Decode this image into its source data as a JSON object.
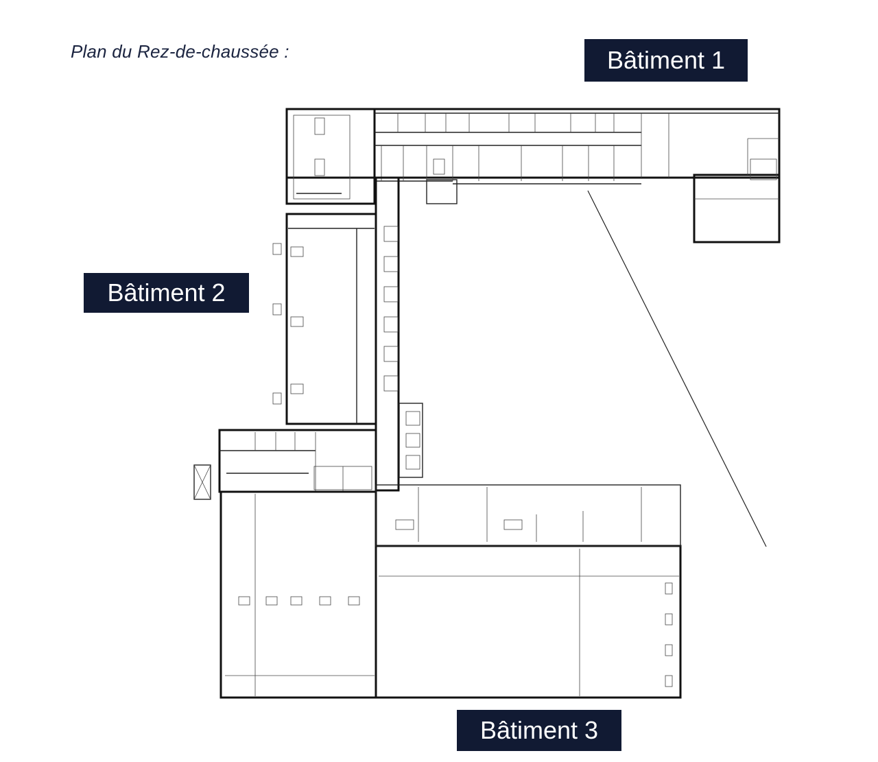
{
  "page": {
    "subtitle": "Plan du Rez-de-chaussée :"
  },
  "labels": {
    "building_1": "Bâtiment 1",
    "building_2": "Bâtiment 2",
    "building_3": "Bâtiment 3"
  },
  "colors": {
    "label_background": "#111a33",
    "label_text": "#ffffff",
    "subtitle_text": "#1b2440",
    "walls": "#111111"
  }
}
